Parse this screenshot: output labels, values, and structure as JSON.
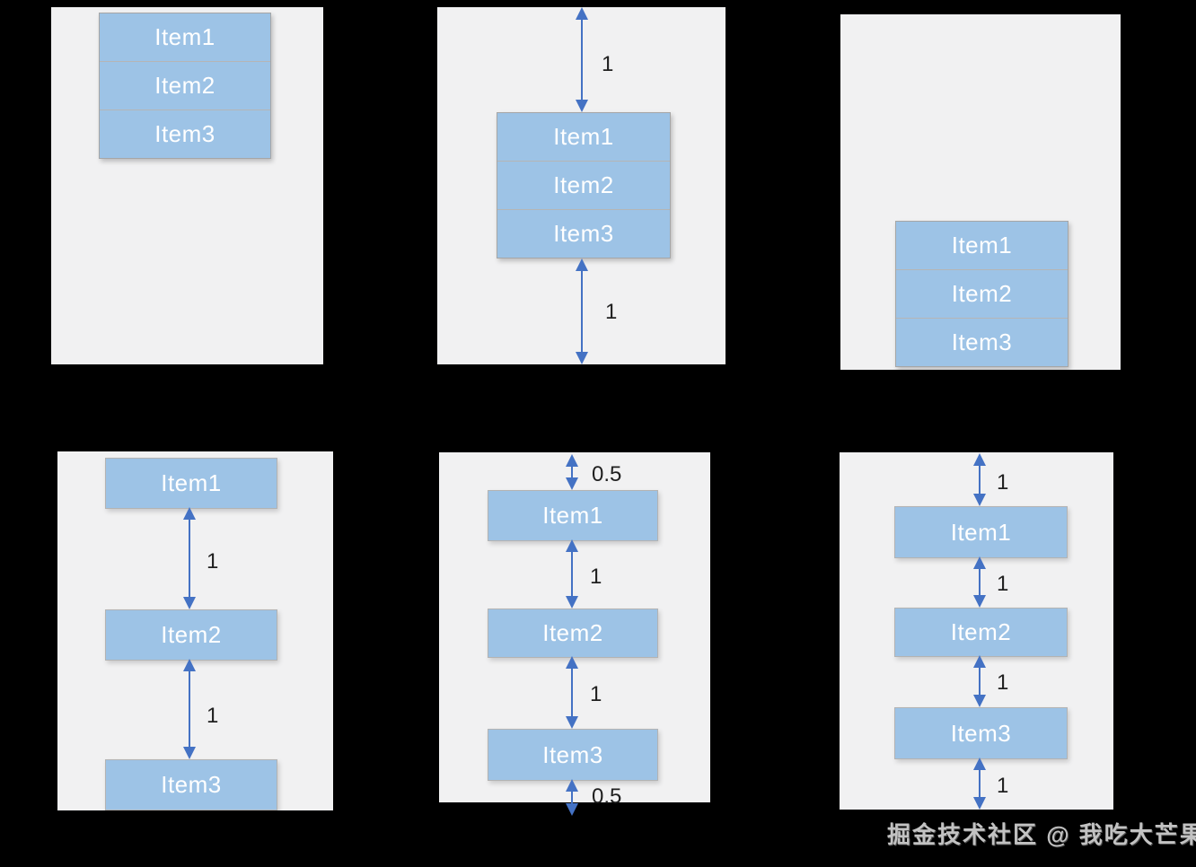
{
  "panels": [
    {
      "items": [
        "Item1",
        "Item2",
        "Item3"
      ],
      "gaps": []
    },
    {
      "items": [
        "Item1",
        "Item2",
        "Item3"
      ],
      "gaps": [
        "1",
        "1"
      ]
    },
    {
      "items": [
        "Item1",
        "Item2",
        "Item3"
      ],
      "gaps": []
    },
    {
      "items": [
        "Item1",
        "Item2",
        "Item3"
      ],
      "gaps": [
        "1",
        "1"
      ]
    },
    {
      "items": [
        "Item1",
        "Item2",
        "Item3"
      ],
      "gaps": [
        "0.5",
        "1",
        "1",
        "0.5"
      ]
    },
    {
      "items": [
        "Item1",
        "Item2",
        "Item3"
      ],
      "gaps": [
        "1",
        "1",
        "1",
        "1"
      ]
    }
  ],
  "watermark": "掘金技术社区 @ 我吃大芒果",
  "colors": {
    "background": "#000000",
    "panel": "#f1f1f2",
    "item_fill": "#9dc3e6",
    "item_border": "#a6a6a6",
    "item_text": "#ffffff",
    "arrow": "#4472c4",
    "gap_label_text": "#1f1f1f",
    "watermark_text": "#c2c2c2"
  }
}
